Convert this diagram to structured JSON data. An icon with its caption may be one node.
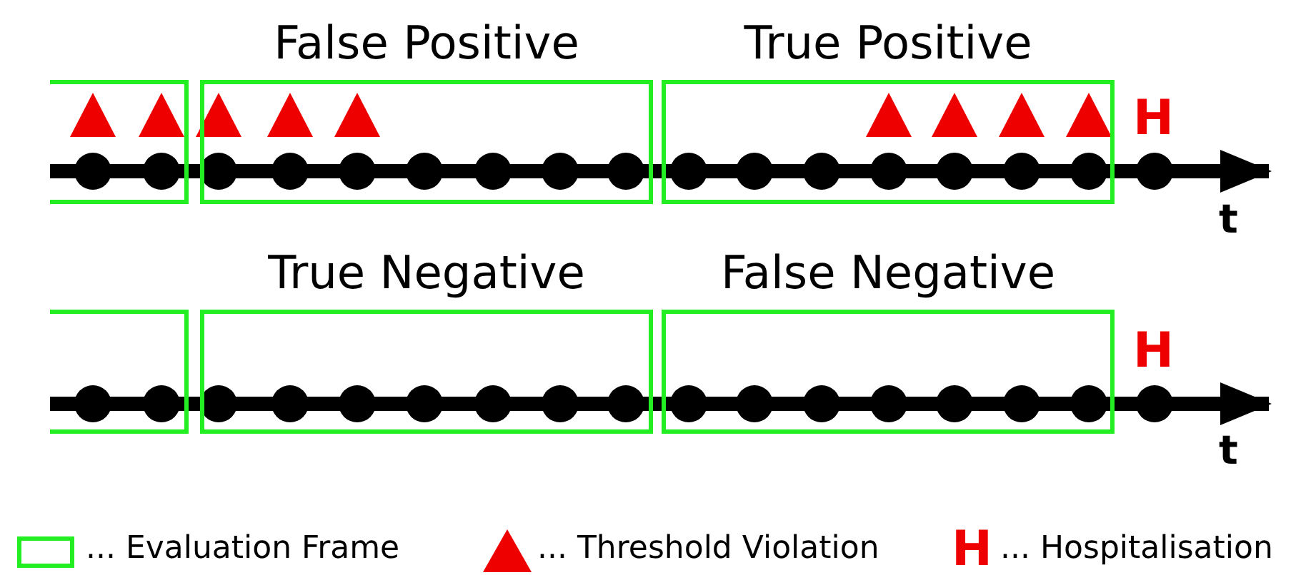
{
  "diagram": {
    "nodes": [
      {
        "text": [],
        "shape": "box"
      },
      {
        "text": [
          "False Positive"
        ]
      },
      {
        "text": [
          "True Positive"
        ]
      },
      {
        "text": [],
        "shape": "box"
      },
      {
        "text": [
          "True Negative"
        ]
      },
      {
        "text": [
          "False Negative"
        ]
      }
    ],
    "edges": [],
    "labels": [
      "H",
      "t",
      "H",
      "t",
      "H"
    ],
    "legend": [
      {
        "text": "... Evaluation Frame"
      },
      {
        "text": "... Threshold Violation"
      },
      {
        "text": "... Hospitalisation"
      }
    ]
  }
}
